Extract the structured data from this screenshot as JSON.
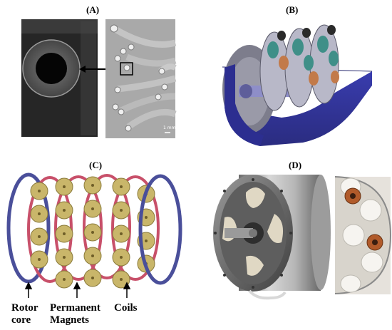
{
  "panels": {
    "a": {
      "label": "(A)",
      "scale_bar": "1 mm"
    },
    "b": {
      "label": "(B)"
    },
    "c": {
      "label": "(C)"
    },
    "d": {
      "label": "(D)"
    }
  },
  "annotations": {
    "rotor_core": "Rotor\ncore",
    "permanent_magnets": "Permanent\nMagnets",
    "coils": "Coils"
  },
  "colors": {
    "rotor_ring": "#4a4f9a",
    "stator_ring": "#c8506a",
    "magnet": "#c9b66a",
    "housing": "#3c3ea8",
    "sem_bg": "#2c2c2c",
    "fiber_bg": "#a8a8a8"
  }
}
